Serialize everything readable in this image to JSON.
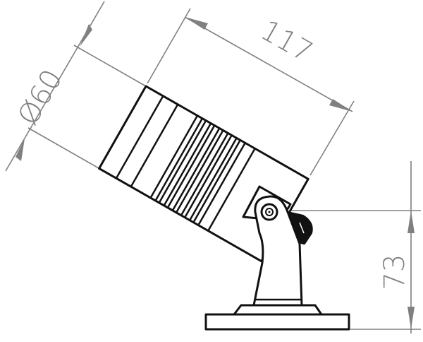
{
  "drawing": {
    "dimensions": {
      "diameter": "Ø60",
      "length": "117",
      "height": "73"
    },
    "colors": {
      "outline": "#111111",
      "dimension": "#808080"
    }
  }
}
